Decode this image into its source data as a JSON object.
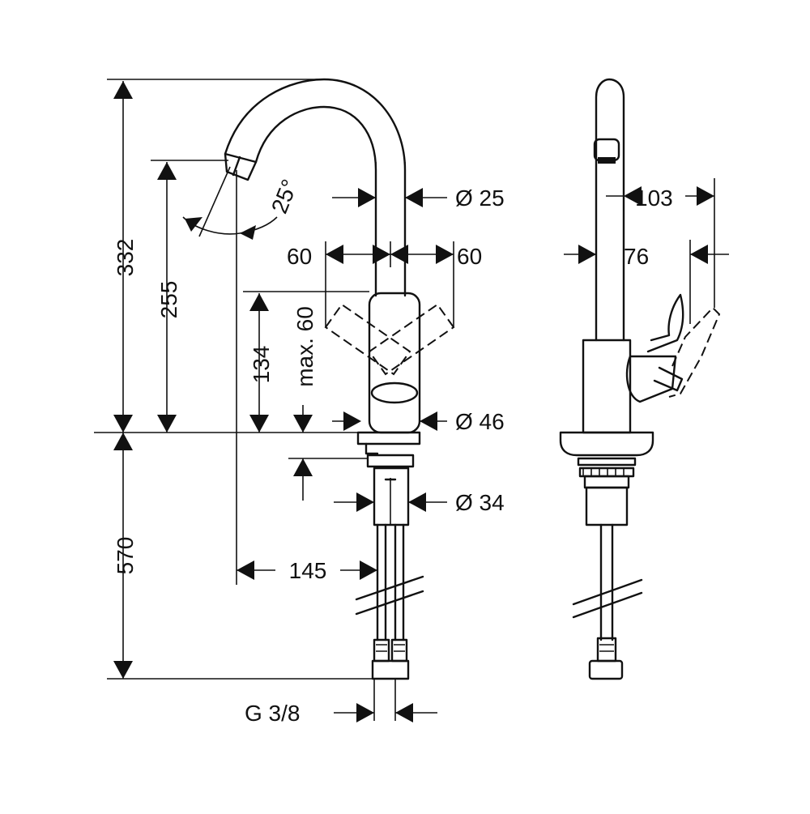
{
  "dimensions": {
    "height_total": "332",
    "height_outlet": "255",
    "height_body": "134",
    "handle_travel": "max. 60",
    "angle": "25°",
    "spout_diameter": "Ø 25",
    "handle_left": "60",
    "handle_right": "60",
    "body_diameter": "Ø 46",
    "shank_diameter": "Ø 34",
    "below_deck": "570",
    "reach": "145",
    "thread": "G 3/8",
    "side_depth": "103",
    "side_offset": "76"
  }
}
